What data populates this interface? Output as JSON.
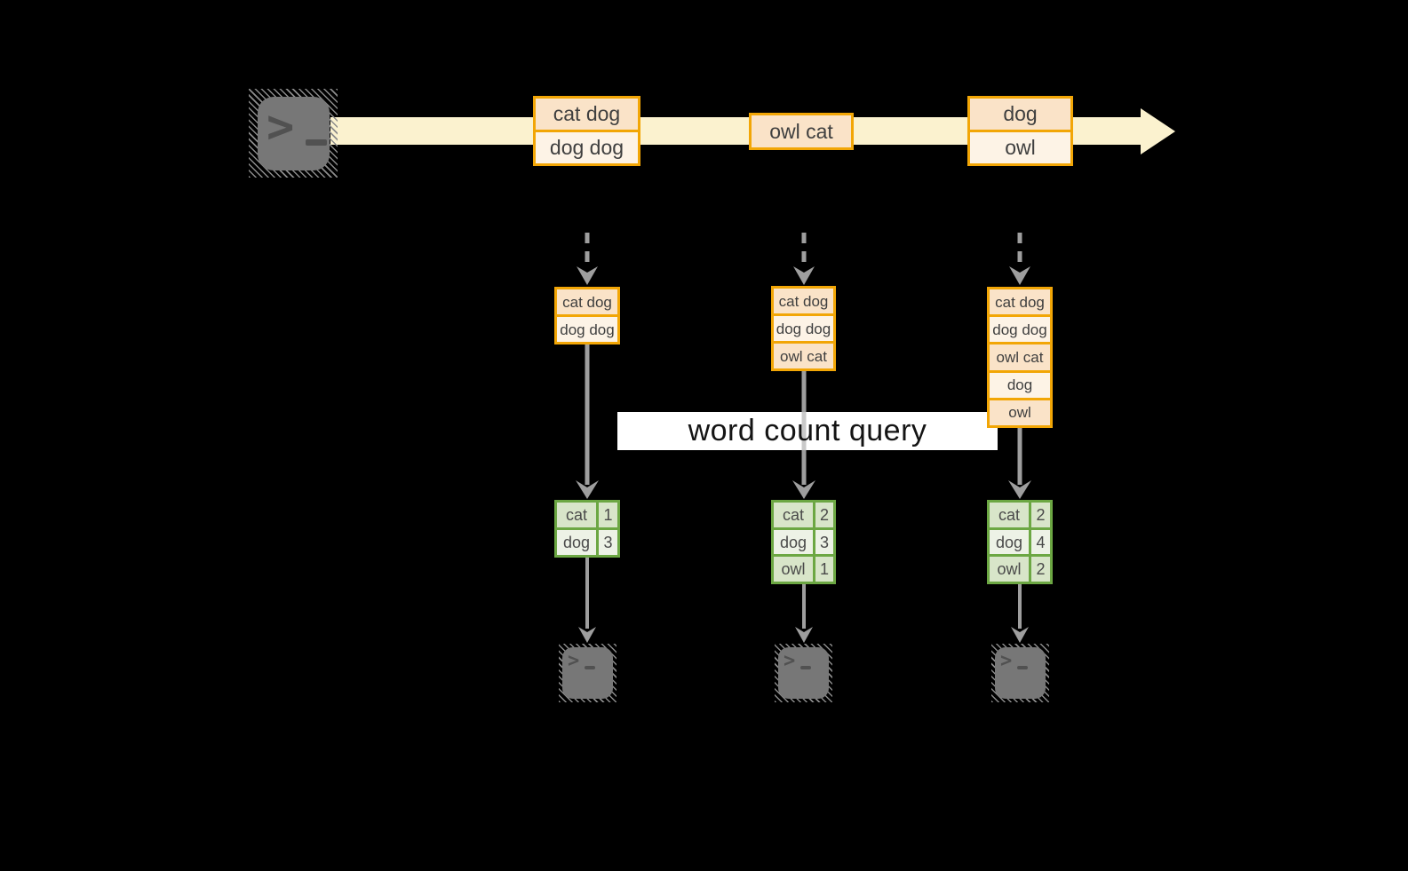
{
  "colors": {
    "background": "#000000",
    "stream_band": "#FBF2CF",
    "batch_border": "#F2A606",
    "batch_fill_dark": "#FAE3C8",
    "batch_fill_light": "#FDF3E6",
    "cell_text": "#3F3F3F",
    "table_border": "#6CA743",
    "table_fill_dark": "#D8E5C9",
    "table_fill_light": "#EDF2E6",
    "table_text": "#4A4A4A",
    "arrow_gray": "#9E9E9E",
    "arrow_gray_on_band": "#C9C9C9",
    "terminal_gray": "#777777",
    "terminal_hatch": "#8B8B8B",
    "terminal_glyph": "#515151",
    "query_band": "#FFFFFF",
    "query_text": "#141414"
  },
  "terminal_prompt": ">",
  "stream": {
    "batches": [
      {
        "cells": [
          "cat dog",
          "dog dog"
        ]
      },
      {
        "cells": [
          "owl cat"
        ]
      },
      {
        "cells": [
          "dog",
          "owl"
        ]
      }
    ]
  },
  "micro_batches": [
    {
      "cells": [
        "cat dog",
        "dog dog"
      ]
    },
    {
      "cells": [
        "cat dog",
        "dog dog",
        "owl cat"
      ]
    },
    {
      "cells": [
        "cat dog",
        "dog dog",
        "owl cat",
        "dog",
        "owl"
      ]
    }
  ],
  "query": {
    "label": "word count query"
  },
  "count_tables": [
    {
      "rows": [
        {
          "word": "cat",
          "count": "1"
        },
        {
          "word": "dog",
          "count": "3"
        }
      ]
    },
    {
      "rows": [
        {
          "word": "cat",
          "count": "2"
        },
        {
          "word": "dog",
          "count": "3"
        },
        {
          "word": "owl",
          "count": "1"
        }
      ]
    },
    {
      "rows": [
        {
          "word": "cat",
          "count": "2"
        },
        {
          "word": "dog",
          "count": "4"
        },
        {
          "word": "owl",
          "count": "2"
        }
      ]
    }
  ]
}
